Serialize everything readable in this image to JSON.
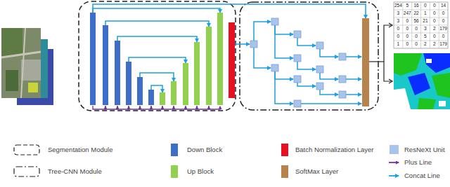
{
  "diagram": {
    "labels": [
      "254",
      "5",
      "16",
      "0",
      "0",
      "14",
      "3",
      "247",
      "22",
      "1",
      "0",
      "0",
      "3",
      "0",
      "56",
      "21",
      "0",
      "0",
      "0",
      "0",
      "0",
      "3",
      "2",
      "179",
      "0",
      "0",
      "0",
      "5",
      "0",
      "0",
      "1",
      "0",
      "0",
      "2",
      "2",
      "179"
    ],
    "legend": [
      {
        "text": "Segmentation Module"
      },
      {
        "text": "Down Block",
        "color": "#3d6ec9"
      },
      {
        "text": "Batch Normalization Layer",
        "color": "#e81123"
      },
      {
        "text": "ResNeXt Unit",
        "color": "#a9c4eb"
      },
      {
        "text": "Plus Line"
      },
      {
        "text": "Tree-CNN Module"
      },
      {
        "text": "Up Block",
        "color": "#92d050"
      },
      {
        "text": "SoftMax Layer",
        "color": "#b5834b"
      },
      {
        "text": "Concat Line"
      }
    ]
  }
}
